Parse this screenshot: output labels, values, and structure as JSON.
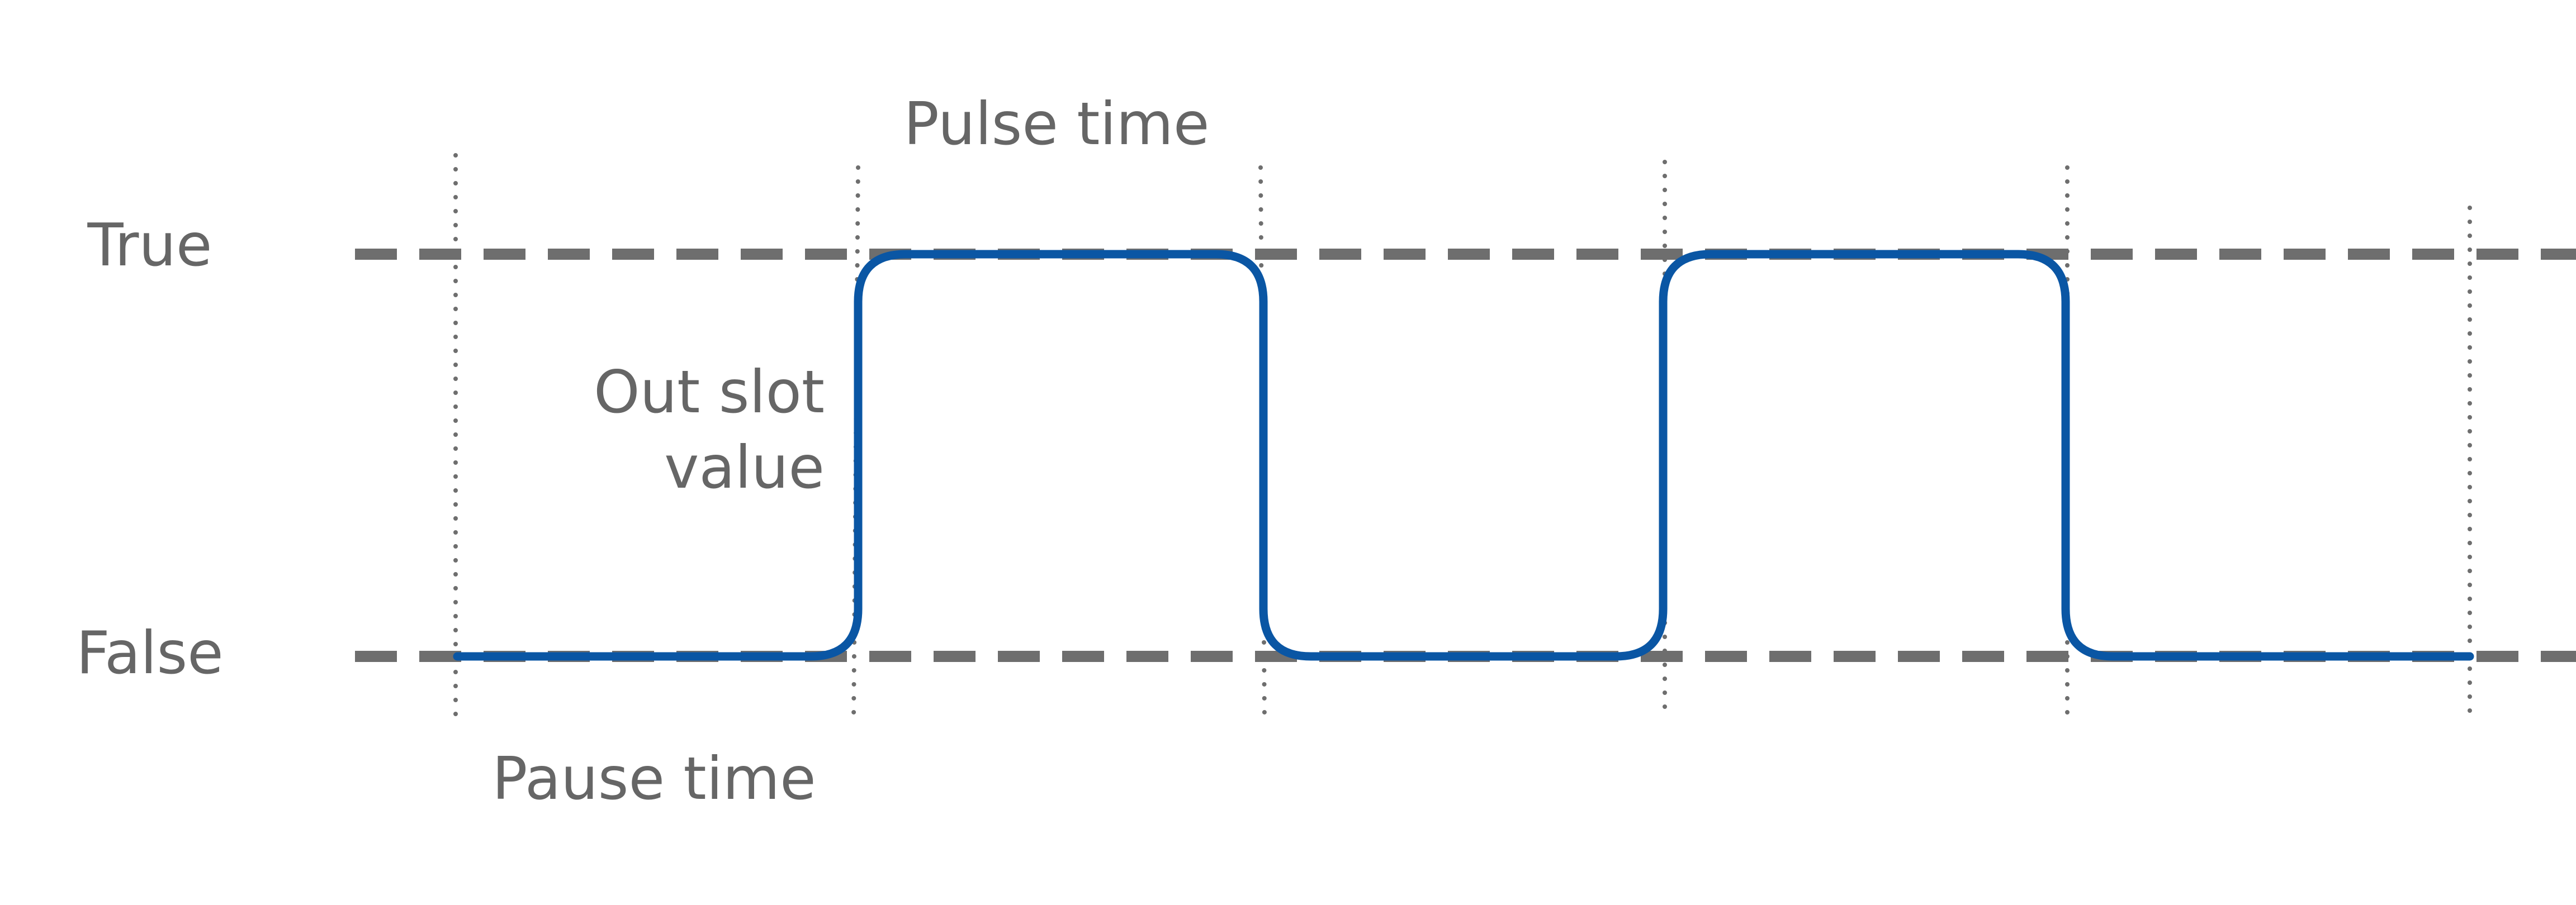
{
  "levels": {
    "true_label": "True",
    "false_label": "False"
  },
  "labels": {
    "pulse_time": "Pulse time",
    "pause_time": "Pause time",
    "out_slot_value_line1": "Out slot",
    "out_slot_value_line2": "value"
  },
  "colors": {
    "signal": "#0a56a4",
    "guides": "#6e6e6e",
    "text": "#666666"
  }
}
